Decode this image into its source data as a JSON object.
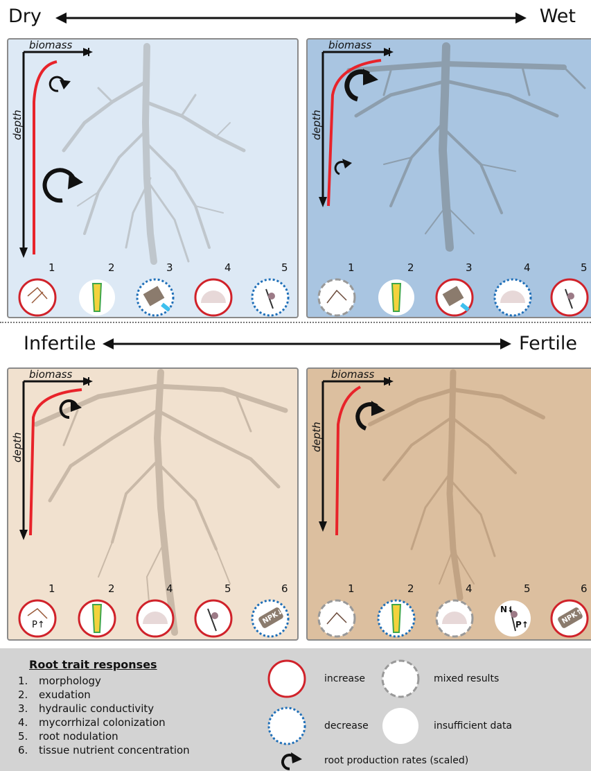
{
  "moisture": {
    "left": "Dry",
    "right": "Wet"
  },
  "fertility": {
    "left": "Infertile",
    "right": "Fertile"
  },
  "axis_labels": {
    "biomass": "biomass",
    "depth": "depth"
  },
  "panels": {
    "dry": {
      "bg": "#dde9f5",
      "trait_numbers": [
        "1",
        "2",
        "3",
        "4",
        "5"
      ],
      "trait_status": [
        "increase",
        "insufficient",
        "decrease",
        "increase",
        "decrease"
      ]
    },
    "wet": {
      "bg": "#a9c5e1",
      "trait_numbers": [
        "1",
        "2",
        "3",
        "4",
        "5"
      ],
      "trait_status": [
        "mixed",
        "insufficient",
        "increase",
        "decrease",
        "increase"
      ]
    },
    "infertile": {
      "bg": "#f1e1cf",
      "trait_numbers": [
        "1",
        "2",
        "4",
        "5",
        "6"
      ],
      "trait_status": [
        "increase",
        "increase",
        "increase",
        "increase",
        "decrease"
      ],
      "inset_text": {
        "p": "P↑",
        "npk": "NPK↓"
      }
    },
    "fertile": {
      "bg": "#dcbf9f",
      "trait_numbers": [
        "1",
        "2",
        "4",
        "5",
        "6"
      ],
      "trait_status": [
        "mixed",
        "decrease",
        "mixed",
        "insufficient",
        "increase"
      ],
      "inset_text": {
        "n": "N↓",
        "p": "P↑",
        "npk": "NPK↑"
      }
    }
  },
  "legend": {
    "title": "Root trait responses",
    "items": [
      {
        "n": "1.",
        "label": "morphology"
      },
      {
        "n": "2.",
        "label": "exudation"
      },
      {
        "n": "3.",
        "label": "hydraulic conductivity"
      },
      {
        "n": "4.",
        "label": "mycorrhizal colonization"
      },
      {
        "n": "5.",
        "label": "root nodulation"
      },
      {
        "n": "6.",
        "label": "tissue nutrient concentration"
      }
    ],
    "increase": "increase",
    "decrease": "decrease",
    "mixed": "mixed results",
    "insufficient": "insufficient data",
    "rates": "root production rates (scaled)"
  },
  "colors": {
    "increase": "#d0222a",
    "decrease": "#1f6fb8",
    "mixed": "#999999",
    "curve": "#e8232a"
  }
}
